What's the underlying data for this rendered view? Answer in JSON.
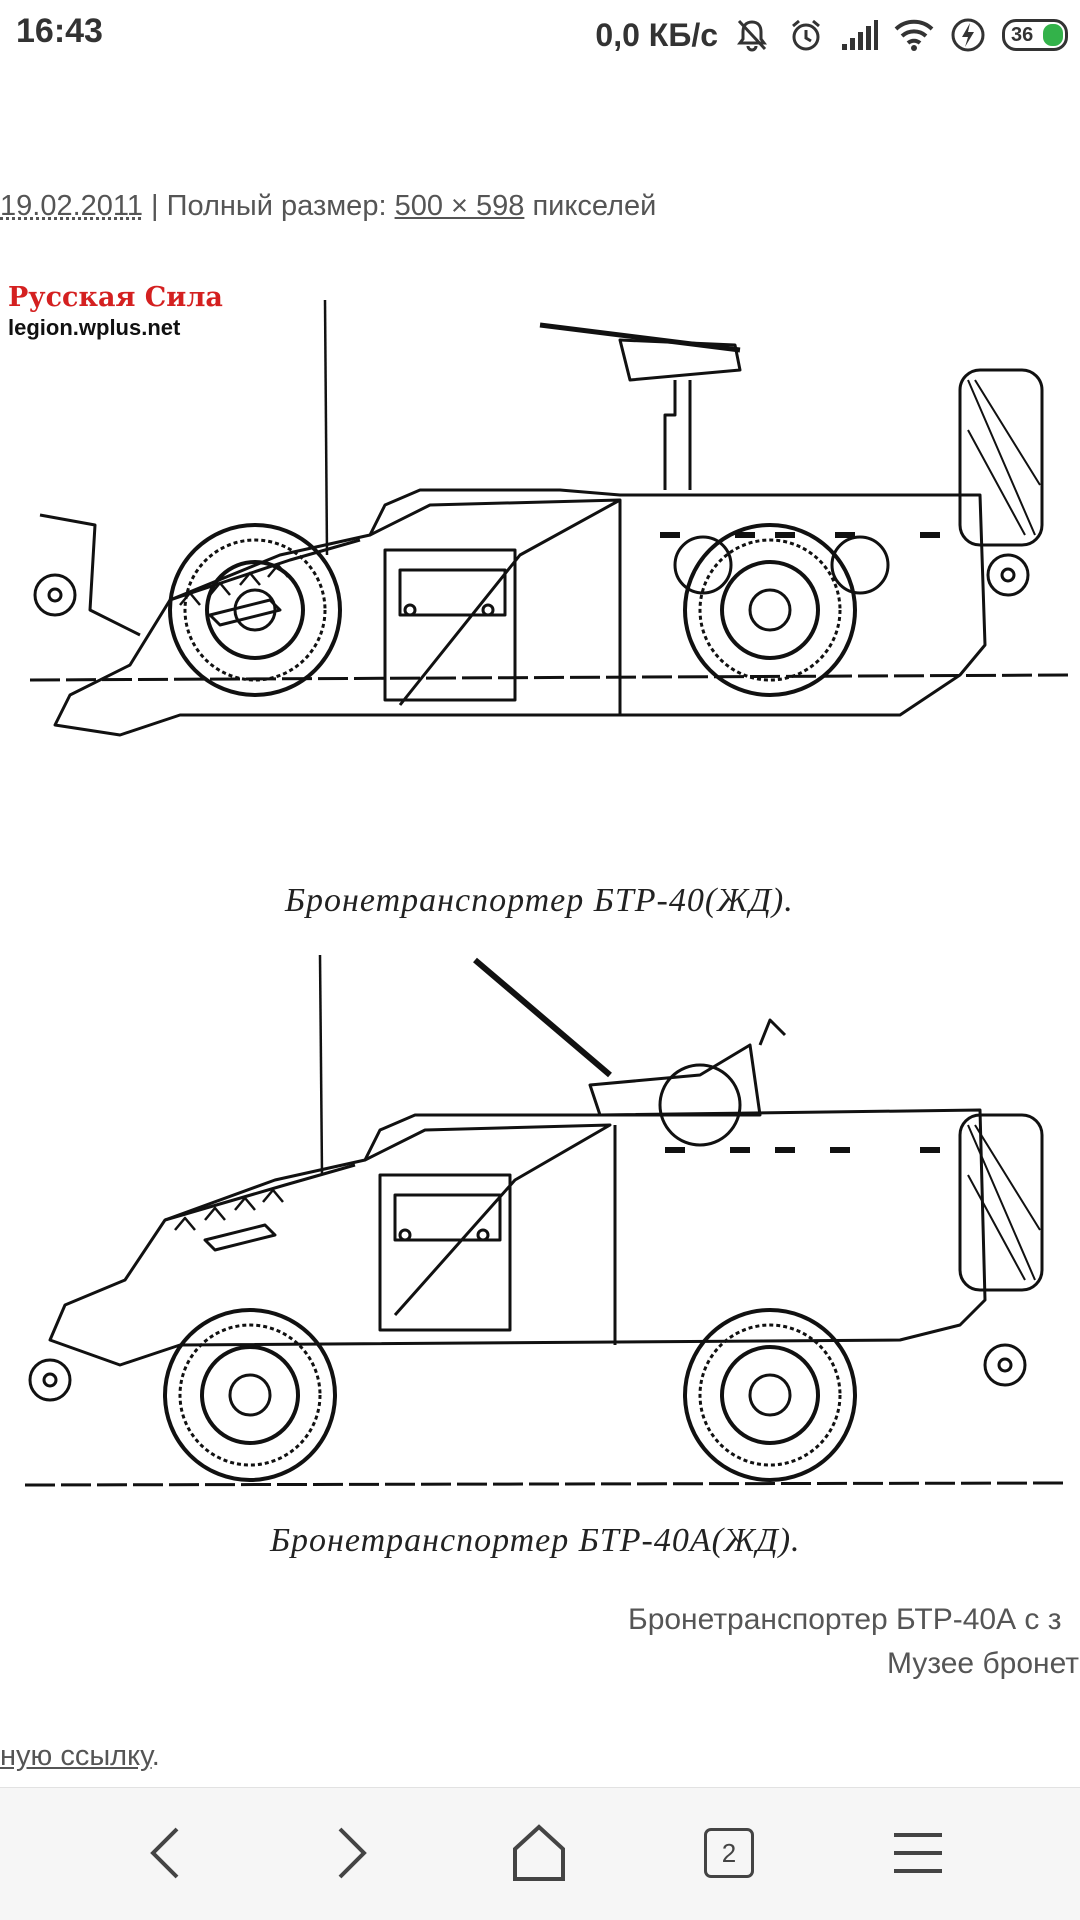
{
  "status_bar": {
    "time": "16:43",
    "network_speed": "0,0 КБ/с",
    "icons": [
      "mute-icon",
      "alarm-icon",
      "signal-icon",
      "wifi-icon",
      "charging-icon"
    ],
    "battery_level": "36"
  },
  "meta": {
    "date": "19.02.2011",
    "separator": " | Полный размер: ",
    "size": "500 × 598",
    "unit": " пикселей"
  },
  "image": {
    "watermark_title": "Русская Сила",
    "watermark_url": "legion.wplus.net",
    "caption_top": "Бронетранспортер БТР-40(ЖД).",
    "caption_bottom": "Бронетранспортер БТР-40А(ЖД)."
  },
  "description": {
    "line1": "Бронетранспортер БТР-40А с з",
    "line2": "Музее бронет"
  },
  "footer_link": {
    "link_text": "ную ссылку",
    "suffix": "."
  },
  "nav": {
    "tabs_count": "2",
    "icons": [
      "back-icon",
      "forward-icon",
      "home-icon",
      "tabs-icon",
      "menu-icon"
    ]
  },
  "colors": {
    "watermark_red": "#d42020",
    "battery_green": "#33b24a",
    "nav_background": "#f6f6f6"
  }
}
